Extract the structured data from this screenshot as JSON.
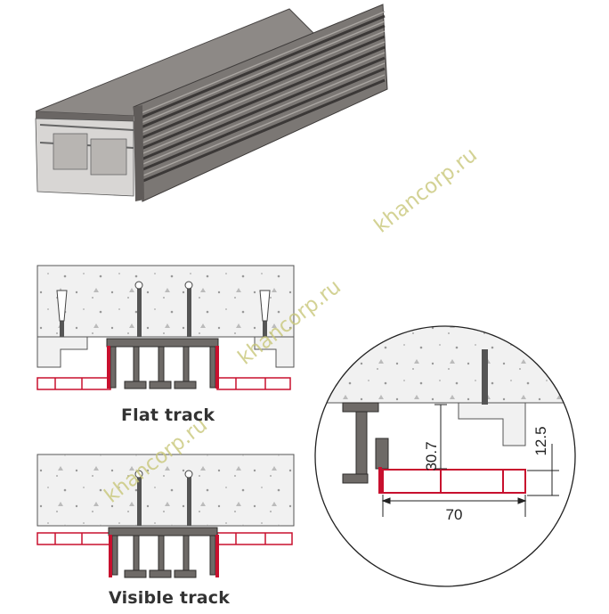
{
  "captions": {
    "flat_track": "Flat track",
    "visible_track": "Visible track"
  },
  "dimensions": {
    "height_profile": "30.7",
    "depth_profile": "12.5",
    "width_profile": "70"
  },
  "watermark": {
    "text": "khancorp.ru"
  },
  "colors": {
    "profile_gray": "#6e6a67",
    "ceiling_fill": "#f1f1f1",
    "accent_red": "#c8102e",
    "outline": "#333333"
  }
}
